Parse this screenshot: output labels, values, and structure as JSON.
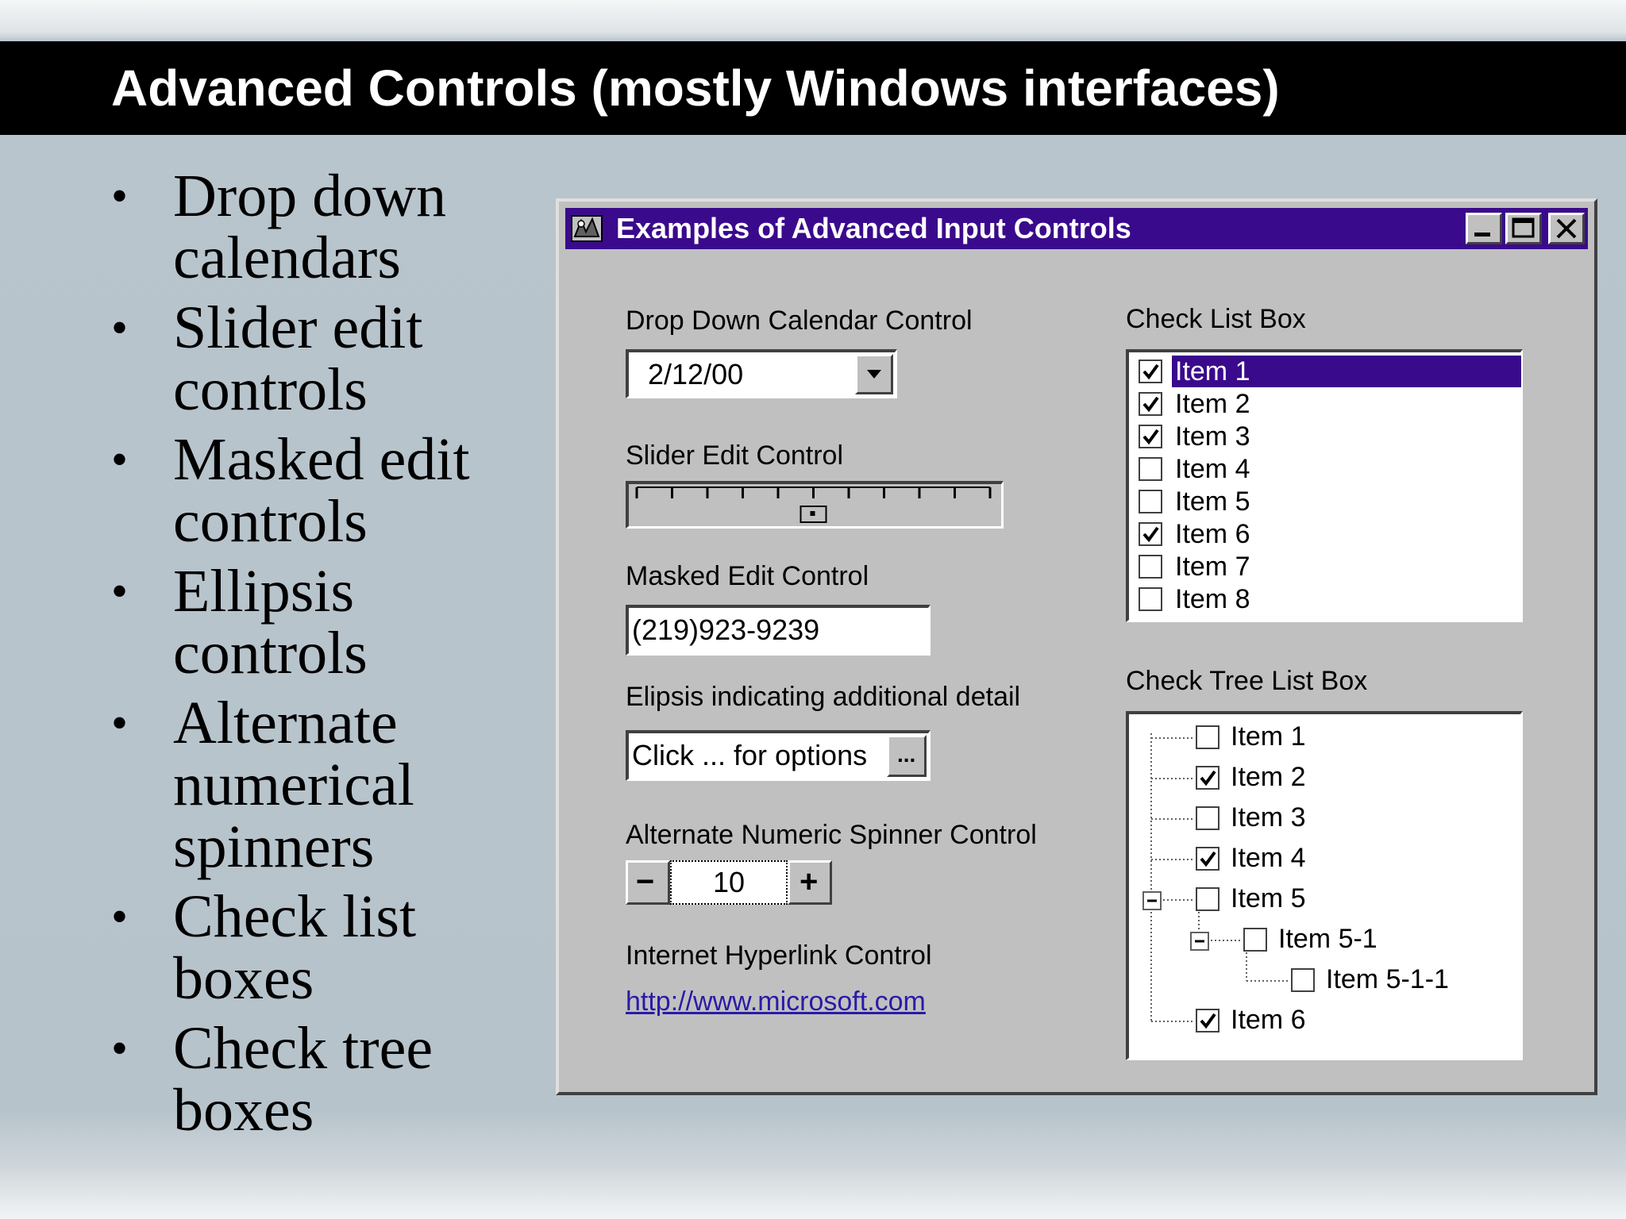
{
  "slide": {
    "title": "Advanced Controls (mostly Windows interfaces)",
    "bullet_glyph": "•",
    "bullets": [
      "Drop down calendars",
      "Slider edit controls",
      "Masked edit controls",
      "Ellipsis controls",
      "Alternate numerical spinners",
      "Check list boxes",
      "Check tree boxes"
    ]
  },
  "dialog": {
    "title": "Examples of Advanced Input Controls",
    "caption_color": "#3a0a8c",
    "icons": {
      "app": "app-icon",
      "minimize": "minimize-icon",
      "maximize": "maximize-icon",
      "close": "close-icon",
      "dropdown": "chevron-down-icon",
      "ellipsis": "ellipsis-icon",
      "minus": "minus-icon",
      "plus": "plus-icon"
    },
    "calendar": {
      "label": "Drop Down Calendar Control",
      "value": "2/12/00"
    },
    "slider": {
      "label": "Slider Edit Control",
      "tick_count": 11,
      "position": 0.5
    },
    "masked": {
      "label": "Masked Edit Control",
      "value": "(219)923-9239"
    },
    "ellipsis": {
      "label": "Elipsis indicating additional detail",
      "value": "Click ... for options",
      "button_label": "..."
    },
    "spinner": {
      "label": "Alternate Numeric Spinner Control",
      "value": "10",
      "minus": "−",
      "plus": "+"
    },
    "hyperlink": {
      "label": "Internet Hyperlink Control",
      "url": "http://www.microsoft.com"
    },
    "check_list": {
      "label": "Check List Box",
      "items": [
        {
          "label": "Item 1",
          "checked": true,
          "selected": true
        },
        {
          "label": "Item 2",
          "checked": true,
          "selected": false
        },
        {
          "label": "Item 3",
          "checked": true,
          "selected": false
        },
        {
          "label": "Item 4",
          "checked": false,
          "selected": false
        },
        {
          "label": "Item 5",
          "checked": false,
          "selected": false
        },
        {
          "label": "Item 6",
          "checked": true,
          "selected": false
        },
        {
          "label": "Item 7",
          "checked": false,
          "selected": false
        },
        {
          "label": "Item 8",
          "checked": false,
          "selected": false
        }
      ]
    },
    "check_tree": {
      "label": "Check Tree List Box",
      "items": [
        {
          "label": "Item 1",
          "checked": false,
          "level": 0,
          "expanded": false
        },
        {
          "label": "Item 2",
          "checked": true,
          "level": 0,
          "expanded": false
        },
        {
          "label": "Item 3",
          "checked": false,
          "level": 0,
          "expanded": false
        },
        {
          "label": "Item 4",
          "checked": true,
          "level": 0,
          "expanded": false
        },
        {
          "label": "Item 5",
          "checked": false,
          "level": 0,
          "expanded": true
        },
        {
          "label": "Item 5-1",
          "checked": false,
          "level": 1,
          "expanded": true
        },
        {
          "label": "Item 5-1-1",
          "checked": false,
          "level": 2,
          "expanded": false
        },
        {
          "label": "Item 6",
          "checked": true,
          "level": 0,
          "expanded": false
        }
      ]
    }
  }
}
